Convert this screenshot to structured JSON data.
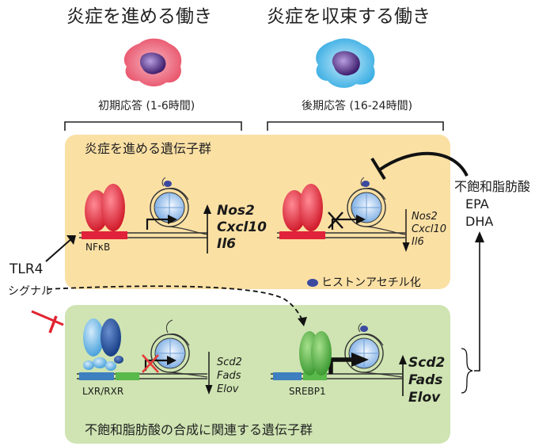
{
  "headers": {
    "promote": "炎症を進める働き",
    "resolve": "炎症を収束する働き"
  },
  "phases": {
    "early": "初期応答 (1-6時間)",
    "late": "後期応答 (16-24時間)"
  },
  "panels": {
    "top_title": "炎症を進める遺伝子群",
    "bottom_title": "不飽和脂肪酸の合成に関連する遺伝子群"
  },
  "genes": {
    "inflammatory": [
      "Nos2",
      "Cxcl10",
      "Il6"
    ],
    "lipid": [
      "Scd2",
      "Fads",
      "Elov"
    ]
  },
  "factors": {
    "nfkb": "NFκB",
    "lxr": "LXR/RXR",
    "srebp1": "SREBP1"
  },
  "signals": {
    "tlr4": "TLR4",
    "signal": "シグナル"
  },
  "legend": {
    "acetylation": "ヒストンアセチル化"
  },
  "fatty_acids": {
    "title": "不飽和脂肪酸",
    "epa": "EPA",
    "dha": "DHA"
  },
  "colors": {
    "top_panel": "#fbe0a4",
    "bottom_panel": "#cfe4b2",
    "red_factor": "#e23a4a",
    "lxr_light": "#7bbbe6",
    "lxr_dark": "#1f4e9a",
    "srebp_green": "#5ab94b",
    "nucleosome": "#9ec6ee",
    "acetyl_dot": "#3b49a0",
    "red_cross": "#e53a3a",
    "pro_cell": "#ec6a7c",
    "res_cell": "#5dbdea",
    "nucleus": "#4a2a7a"
  }
}
